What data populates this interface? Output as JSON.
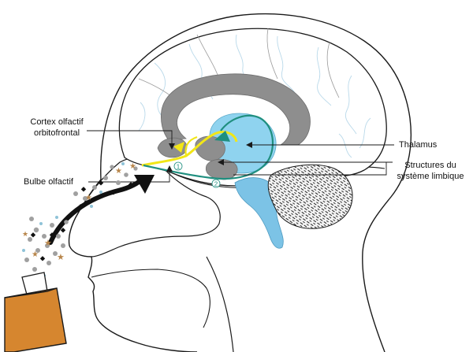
{
  "labels": {
    "cortex_line1": "Cortex olfactif",
    "cortex_line2": "orbitofrontal",
    "bulbe": "Bulbe olfactif",
    "thalamus": "Thalamus",
    "limbic_line1": "Structures du",
    "limbic_line2": "système limbique"
  },
  "pathway_markers": [
    "1",
    "2"
  ],
  "colors": {
    "outline": "#1a1a1a",
    "cortex_gray": "#8e8e8e",
    "thalamus_blue": "#8fd3ef",
    "brainstem_blue": "#7cc3e6",
    "olfactory_yellow": "#f2e617",
    "pathway_teal": "#1f8f7f",
    "bottle_orange": "#d6862f",
    "odor_star": "#b8864b",
    "odor_gray": "#a0a0a0",
    "odor_black": "#111111",
    "odor_blue": "#8fc3d8",
    "gyri_lines": "#b9d9ea"
  }
}
